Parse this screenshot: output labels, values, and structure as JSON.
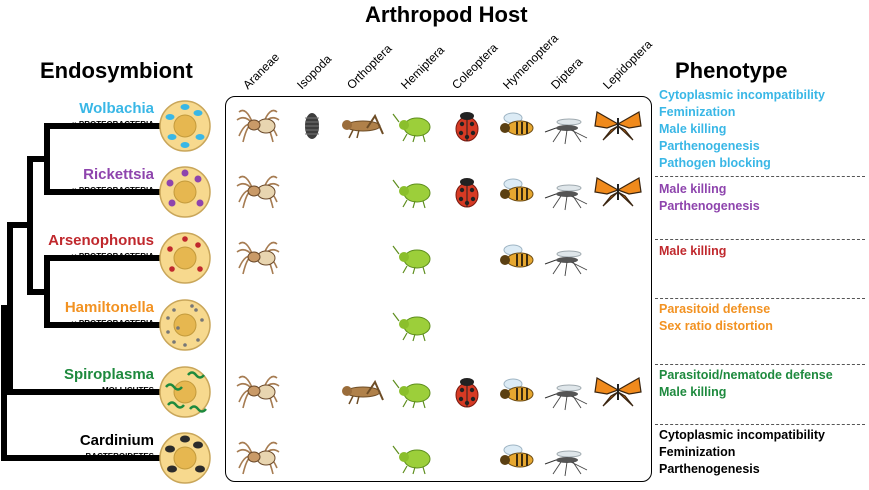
{
  "titles": {
    "host": "Arthropod Host",
    "endosymbiont": "Endosymbiont",
    "phenotype": "Phenotype"
  },
  "orders": [
    "Araneae",
    "Isopoda",
    "Orthoptera",
    "Hemiptera",
    "Coleoptera",
    "Hymenoptera",
    "Diptera",
    "Lepidoptera"
  ],
  "endosymbionts": [
    {
      "name": "Wolbachia",
      "class": "α-PROTEOBACTERIA",
      "color": "#39b7e6",
      "phenotypes": [
        "Cytoplasmic incompatibility",
        "Feminization",
        "Male killing",
        "Parthenogenesis",
        "Pathogen blocking"
      ]
    },
    {
      "name": "Rickettsia",
      "class": "α-PROTEOBACTERIA",
      "color": "#8e44ad",
      "phenotypes": [
        "Male killing",
        "Parthenogenesis"
      ]
    },
    {
      "name": "Arsenophonus",
      "class": "γ-PROTEOBACTERIA",
      "color": "#c0282d",
      "phenotypes": [
        "Male killing"
      ]
    },
    {
      "name": "Hamiltonella",
      "class": "γ-PROTEOBACTERIA",
      "color": "#f29222",
      "phenotypes": [
        "Parasitoid defense",
        "Sex ratio distortion"
      ]
    },
    {
      "name": "Spiroplasma",
      "class": "MOLLICUTES",
      "color": "#1e8a3e",
      "phenotypes": [
        "Parasitoid/nematode defense",
        "Male killing"
      ]
    },
    {
      "name": "Cardinium",
      "class": "BACTEROIDETES",
      "color": "#000000",
      "phenotypes": [
        "Cytoplasmic incompatibility",
        "Feminization",
        "Parthenogenesis"
      ]
    }
  ],
  "hosts": [
    [
      "spider",
      "isopod",
      "grasshopper",
      "aphid",
      "ladybug",
      "bee",
      "mosquito",
      "butterfly"
    ],
    [
      "spider",
      "",
      "",
      "aphid",
      "ladybug",
      "bee",
      "mosquito",
      "butterfly"
    ],
    [
      "spider",
      "",
      "",
      "aphid",
      "",
      "bee",
      "mosquito",
      ""
    ],
    [
      "",
      "",
      "",
      "aphid",
      "",
      "",
      "",
      ""
    ],
    [
      "spider",
      "",
      "grasshopper",
      "aphid",
      "ladybug",
      "bee",
      "mosquito",
      "butterfly"
    ],
    [
      "spider",
      "",
      "",
      "aphid",
      "",
      "bee",
      "mosquito",
      ""
    ]
  ]
}
